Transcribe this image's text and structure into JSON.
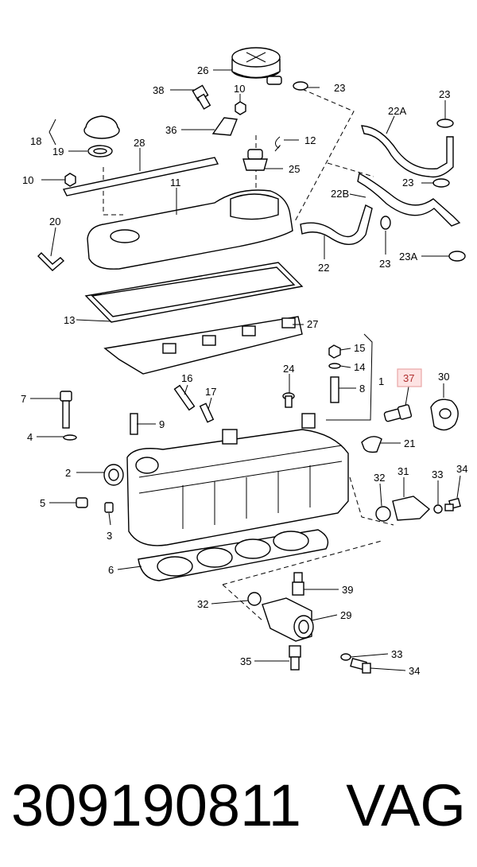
{
  "labels": [
    "26",
    "23",
    "38",
    "10",
    "36",
    "12",
    "25",
    "18",
    "19",
    "28",
    "10",
    "11",
    "20",
    "23",
    "22A",
    "23",
    "22B",
    "22",
    "23",
    "23A",
    "13",
    "27",
    "15",
    "14",
    "8",
    "1",
    "24",
    "16",
    "17",
    "7",
    "9",
    "37",
    "30",
    "4",
    "21",
    "2",
    "31",
    "32",
    "33",
    "34",
    "5",
    "3",
    "6",
    "39",
    "32",
    "29",
    "35",
    "33",
    "34"
  ],
  "highlight": {
    "label": "37",
    "fill": "#fde3e3",
    "stroke": "#e9a7a7",
    "text": "#b03030"
  },
  "footer": {
    "part_number": "309190811",
    "brand": "VAG"
  }
}
